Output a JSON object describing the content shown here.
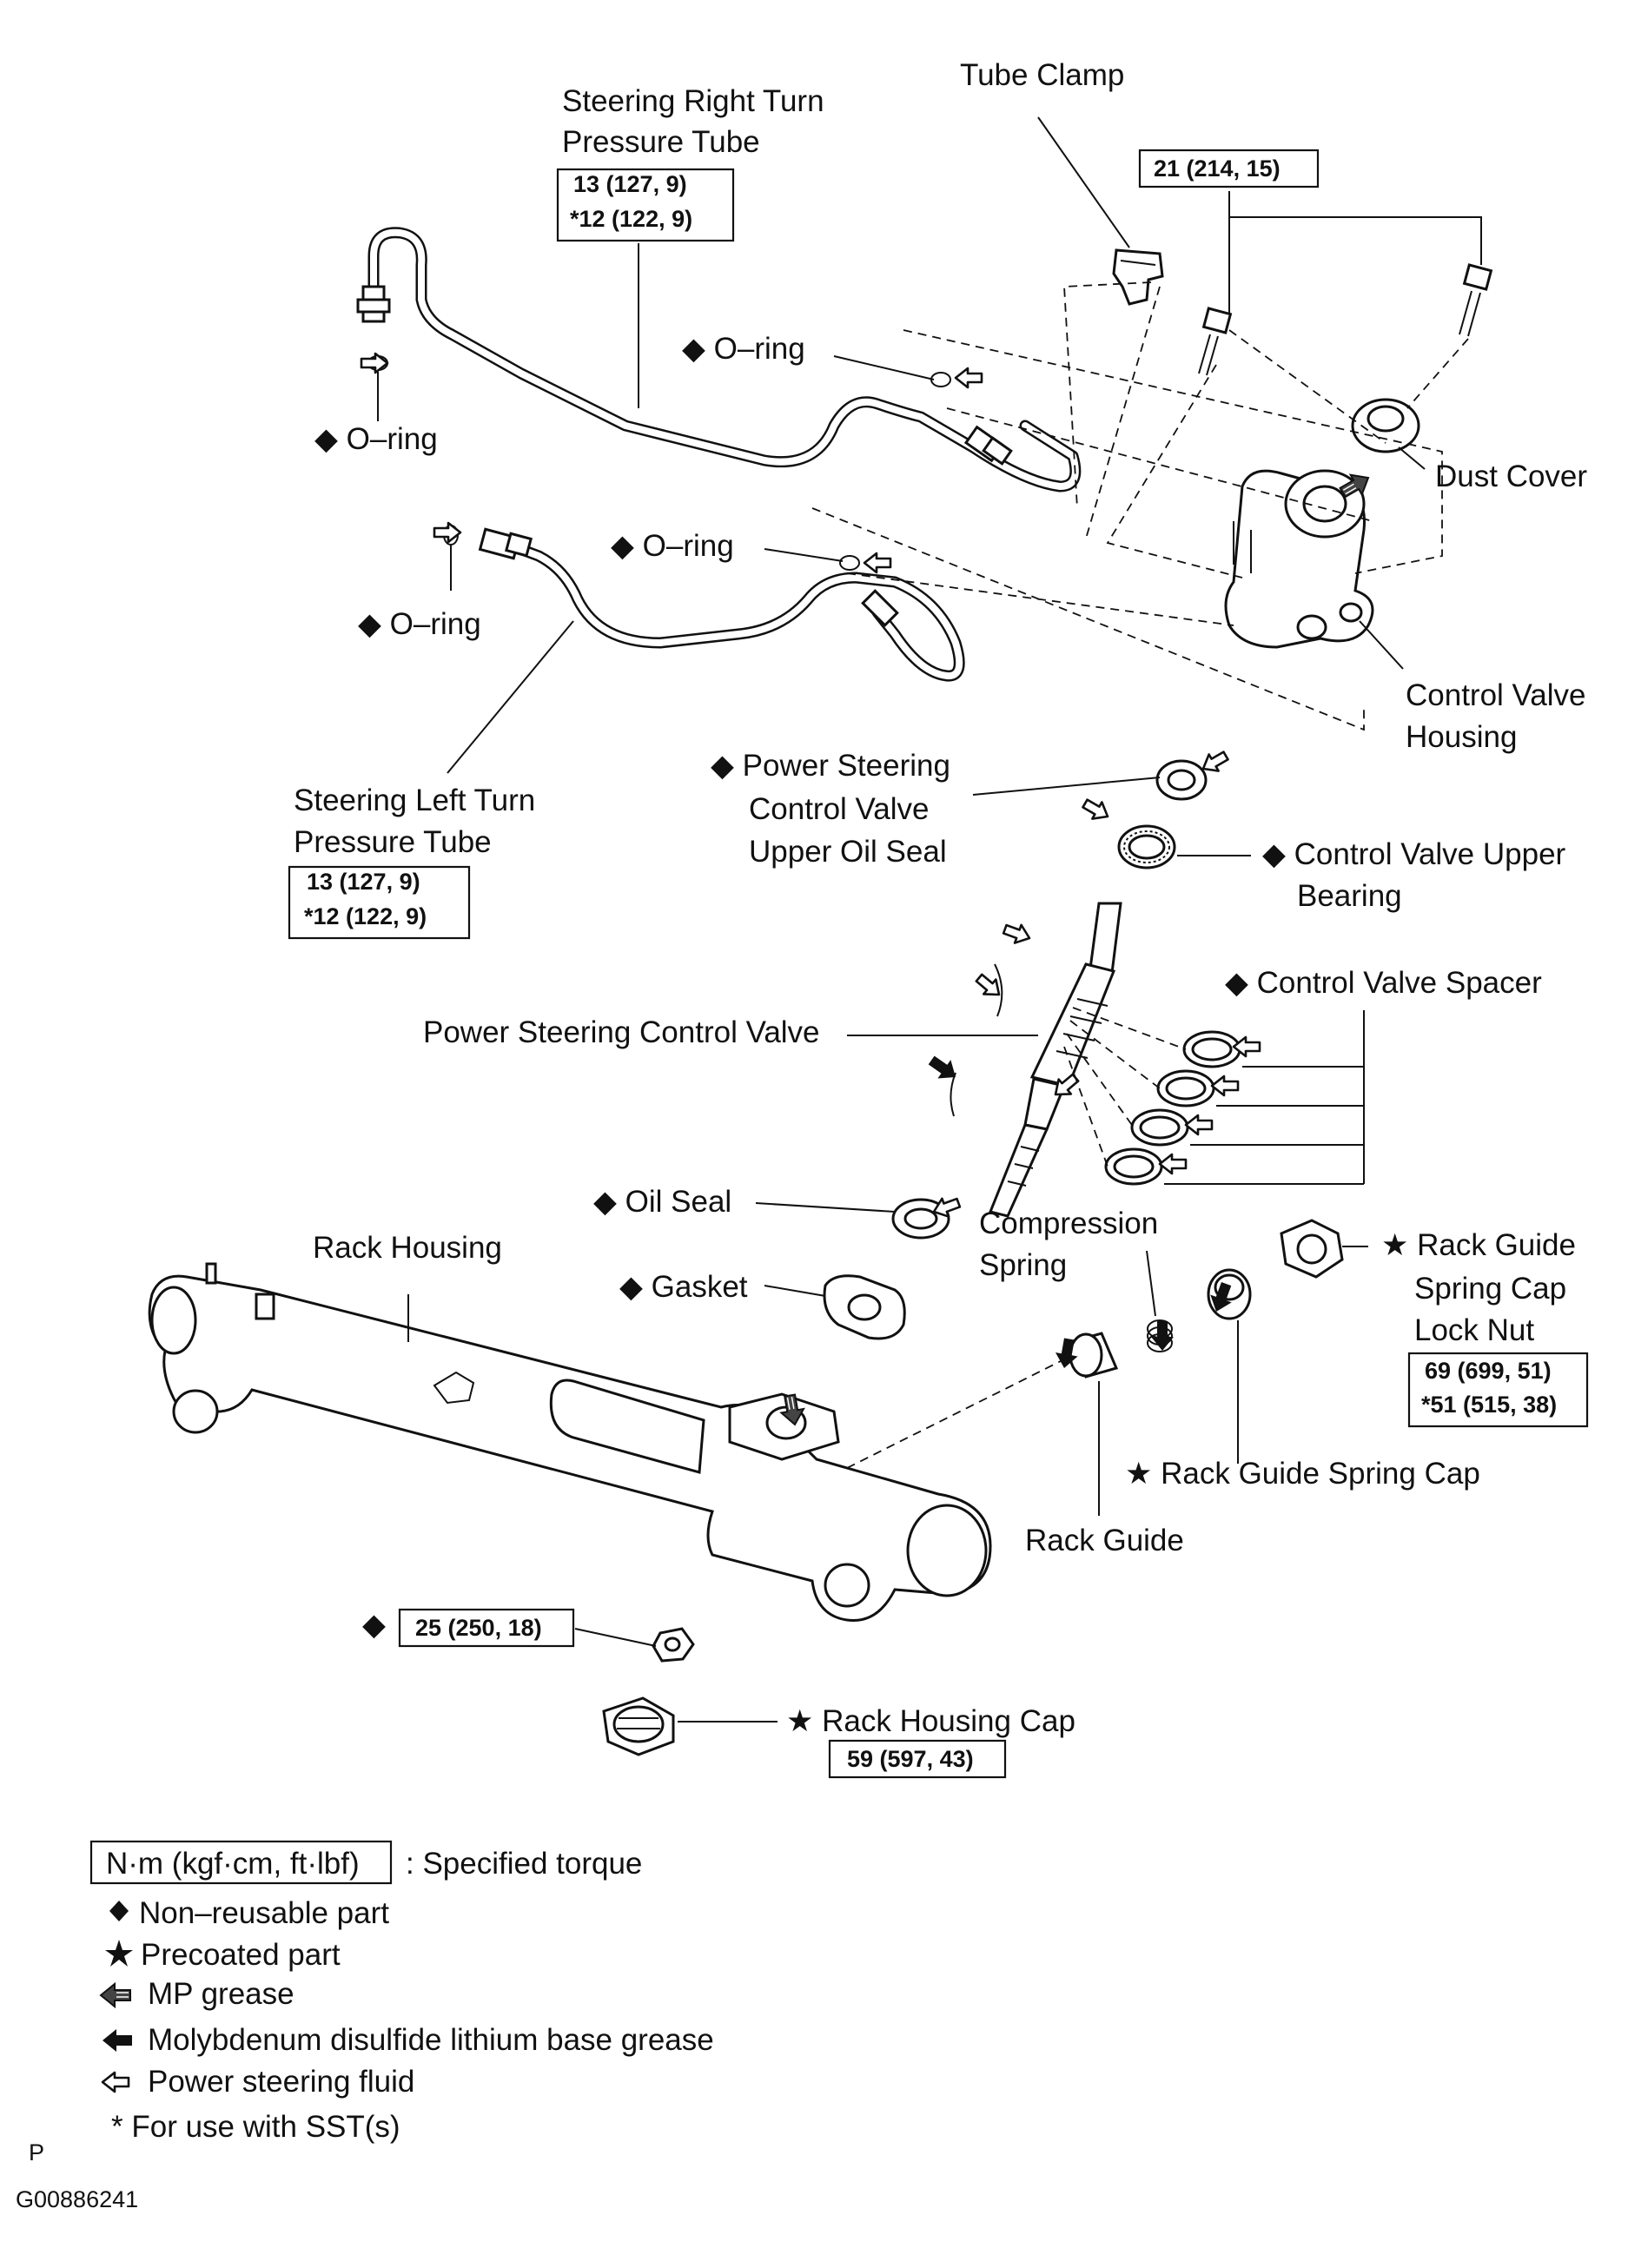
{
  "labels": {
    "tube_clamp": "Tube Clamp",
    "right_tube_1": "Steering Right Turn",
    "right_tube_2": "Pressure Tube",
    "oring_a": "◆ O–ring",
    "oring_b": "◆ O–ring",
    "oring_c": "◆ O–ring",
    "oring_d": "◆ O–ring",
    "dust_cover": "Dust Cover",
    "cv_housing_1": "Control Valve",
    "cv_housing_2": "Housing",
    "left_tube_1": "Steering Left Turn",
    "left_tube_2": "Pressure Tube",
    "ps_seal_1": "◆  Power Steering",
    "ps_seal_2": "Control Valve",
    "ps_seal_3": "Upper Oil Seal",
    "upper_bearing_1": "◆ Control Valve Upper",
    "upper_bearing_2": "Bearing",
    "spacer": "◆ Control Valve Spacer",
    "ps_control_valve": "Power Steering Control Valve",
    "oil_seal": "◆ Oil Seal",
    "compression_1": "Compression",
    "compression_2": "Spring",
    "lock_nut_1": "★ Rack Guide",
    "lock_nut_2": "Spring Cap",
    "lock_nut_3": "Lock Nut",
    "rack_housing": "Rack Housing",
    "gasket": "◆ Gasket",
    "spring_cap": "★ Rack Guide Spring Cap",
    "rack_guide": "Rack Guide",
    "diamond_nut": "◆",
    "rack_housing_cap": "★ Rack Housing Cap"
  },
  "torques": {
    "right_tube_a": "13 (127, 9)",
    "right_tube_b": "*12 (122, 9)",
    "bolts": "21 (214, 15)",
    "left_tube_a": "13 (127, 9)",
    "left_tube_b": "*12 (122, 9)",
    "lock_nut_a": "69 (699, 51)",
    "lock_nut_b": "*51 (515, 38)",
    "nut": "25 (250, 18)",
    "housing_cap": "59 (597, 43)"
  },
  "legend": {
    "unit_box": "N·m (kgf·cm, ft·lbf)",
    "unit_desc": ": Specified torque",
    "non_reusable": "Non–reusable part",
    "precoated": "Precoated part",
    "mp_grease": "MP grease",
    "moly_grease": "Molybdenum disulfide lithium base grease",
    "ps_fluid": "Power steering fluid",
    "sst": "* For use with SST(s)"
  },
  "footer": {
    "mark": "P",
    "code": "G00886241"
  },
  "icons": [
    "diamond-icon",
    "star-icon",
    "mp-grease-arrow-icon",
    "moly-grease-arrow-icon",
    "fluid-arrow-icon"
  ]
}
